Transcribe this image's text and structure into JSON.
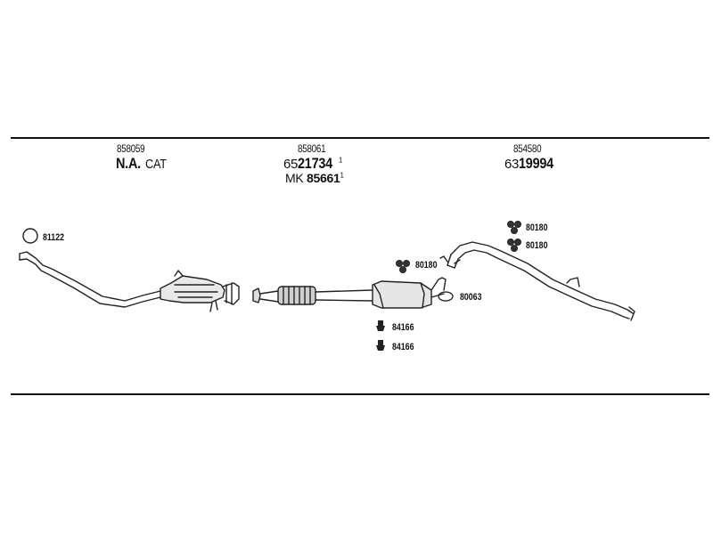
{
  "sections": [
    {
      "part_number": "858059",
      "name_bold": "N.A.",
      "name_regular": "CAT"
    },
    {
      "part_number": "858061",
      "ref_prefix": "65",
      "ref_bold": "21734",
      "ref_sup": "1",
      "mk_prefix": "MK",
      "mk_value": "85661",
      "mk_sup": "1"
    },
    {
      "part_number": "854580",
      "ref_prefix": "63",
      "ref_bold": "19994"
    }
  ],
  "fittings": {
    "ring_front": "81122",
    "clamp_front": "80180",
    "gasket_rear": "80063",
    "mount_1": "84166",
    "mount_2": "84166",
    "clamp_rear_1": "80180",
    "clamp_rear_2": "80180"
  }
}
